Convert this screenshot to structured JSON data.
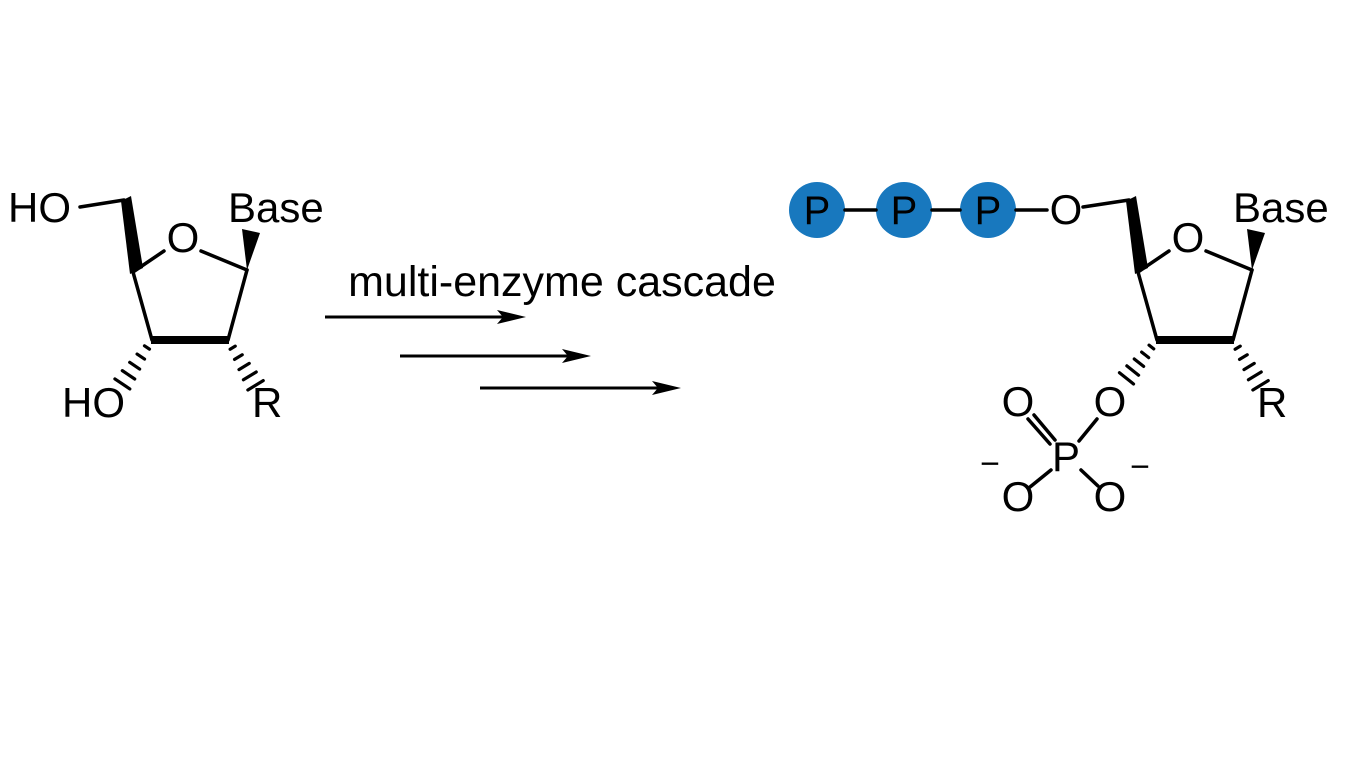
{
  "scheme": {
    "arrow_label": "multi-enzyme cascade"
  },
  "left_molecule": {
    "labels": {
      "hydroxyl_5prime": "HO",
      "ring_oxygen": "O",
      "base": "Base",
      "hydroxyl_3prime": "HO",
      "r_group": "R"
    }
  },
  "right_molecule": {
    "phosphate_color": "#1878be",
    "labels": {
      "p1": "P",
      "p2": "P",
      "p3": "P",
      "bridge_oxygen": "O",
      "ring_oxygen": "O",
      "base": "Base",
      "r_group": "R",
      "o3prime": "O",
      "phosphorus": "P",
      "oxo_oxygen": "O",
      "o_minus_left": "O",
      "o_minus_right": "O",
      "minus_left": "−",
      "minus_right": "−"
    }
  }
}
